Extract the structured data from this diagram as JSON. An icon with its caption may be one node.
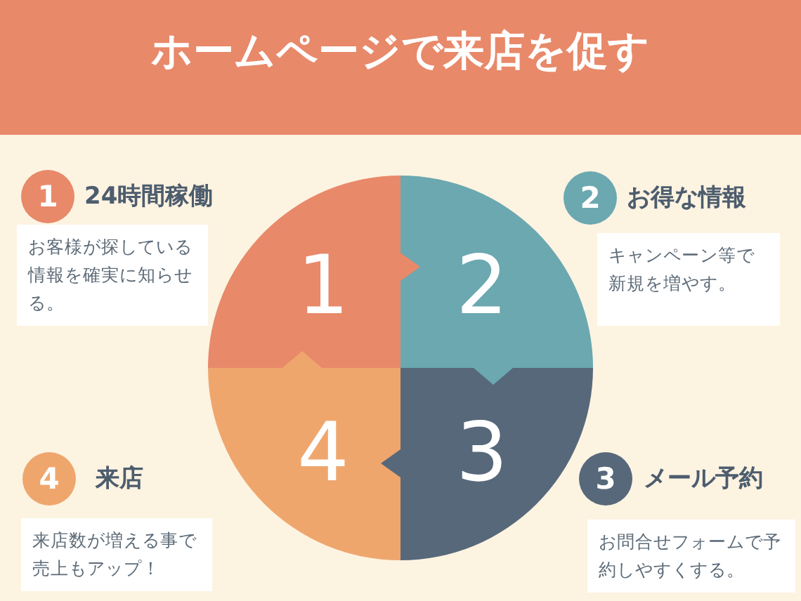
{
  "diagram": {
    "title": "ホームページで来店を促す",
    "nodes": [
      {
        "text": [
          "1"
        ]
      },
      {
        "text": [
          "2"
        ]
      },
      {
        "text": [
          "3"
        ]
      },
      {
        "text": [
          "4"
        ]
      },
      {
        "text": [
          "1"
        ],
        "beside": [
          "24時間稼働"
        ]
      },
      {
        "text": [
          "お客様が探している情報を確実に知らせる。"
        ]
      },
      {
        "text": [
          "2"
        ],
        "beside": [
          "お得な情報"
        ]
      },
      {
        "text": [
          "キャンペーン等で新規を増やす。"
        ]
      },
      {
        "text": [
          "3"
        ],
        "beside": [
          "メール予約"
        ]
      },
      {
        "text": [
          "お問合せフォームで予約しやすくする。"
        ]
      },
      {
        "text": [
          "4"
        ],
        "beside": [
          "来店"
        ]
      },
      {
        "text": [
          "来店数が増える事で売上もアップ！"
        ]
      }
    ],
    "edges": [
      {
        "from": 0,
        "to": 1,
        "arrow": "to"
      },
      {
        "from": 1,
        "to": 2,
        "arrow": "to"
      },
      {
        "from": 2,
        "to": 3,
        "arrow": "to"
      },
      {
        "from": 3,
        "to": 0,
        "arrow": "to"
      }
    ]
  }
}
